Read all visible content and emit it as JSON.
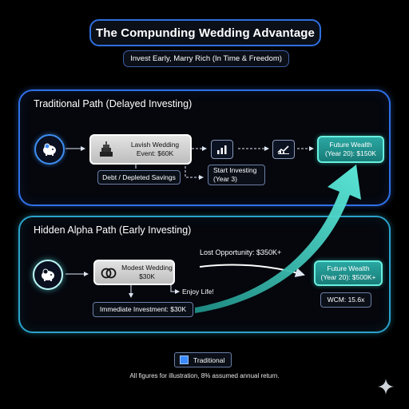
{
  "title": "The Compunding Wedding Advantage",
  "subtitle": "Invest Early, Marry Rich (In Time & Freedom)",
  "traditional": {
    "heading": "Traditional Path (Delayed Investing)",
    "wedding_line1": "Lavish Wedding",
    "wedding_line2": "Event: $60K",
    "debt": "Debt / Depleted Savings",
    "start_line1": "Start Investing",
    "start_line2": "(Year 3)",
    "future_line1": "Future Wealth",
    "future_line2": "(Year 20): $150K"
  },
  "alpha": {
    "heading": "Hidden Alpha Path (Early Investing)",
    "wedding_line1": "Modest Wedding",
    "wedding_line2": "$30K",
    "enjoy": "Enjoy Life!",
    "investment": "Immediate Investment: $30K",
    "lost": "Lost Opportunity: $350K+",
    "future_line1": "Future Wealth",
    "future_line2": "(Year 20): $500K+",
    "wcm": "WCM: 15.6x"
  },
  "legend": {
    "label": "Traditional",
    "color": "#3b8bff"
  },
  "footnote": "All figures for illustration, 8% assumed annual return.",
  "icons": [
    "piggy-bank-icon",
    "cake-icon",
    "bar-chart-icon",
    "line-chart-icon",
    "rings-icon",
    "sparkle-icon"
  ]
}
